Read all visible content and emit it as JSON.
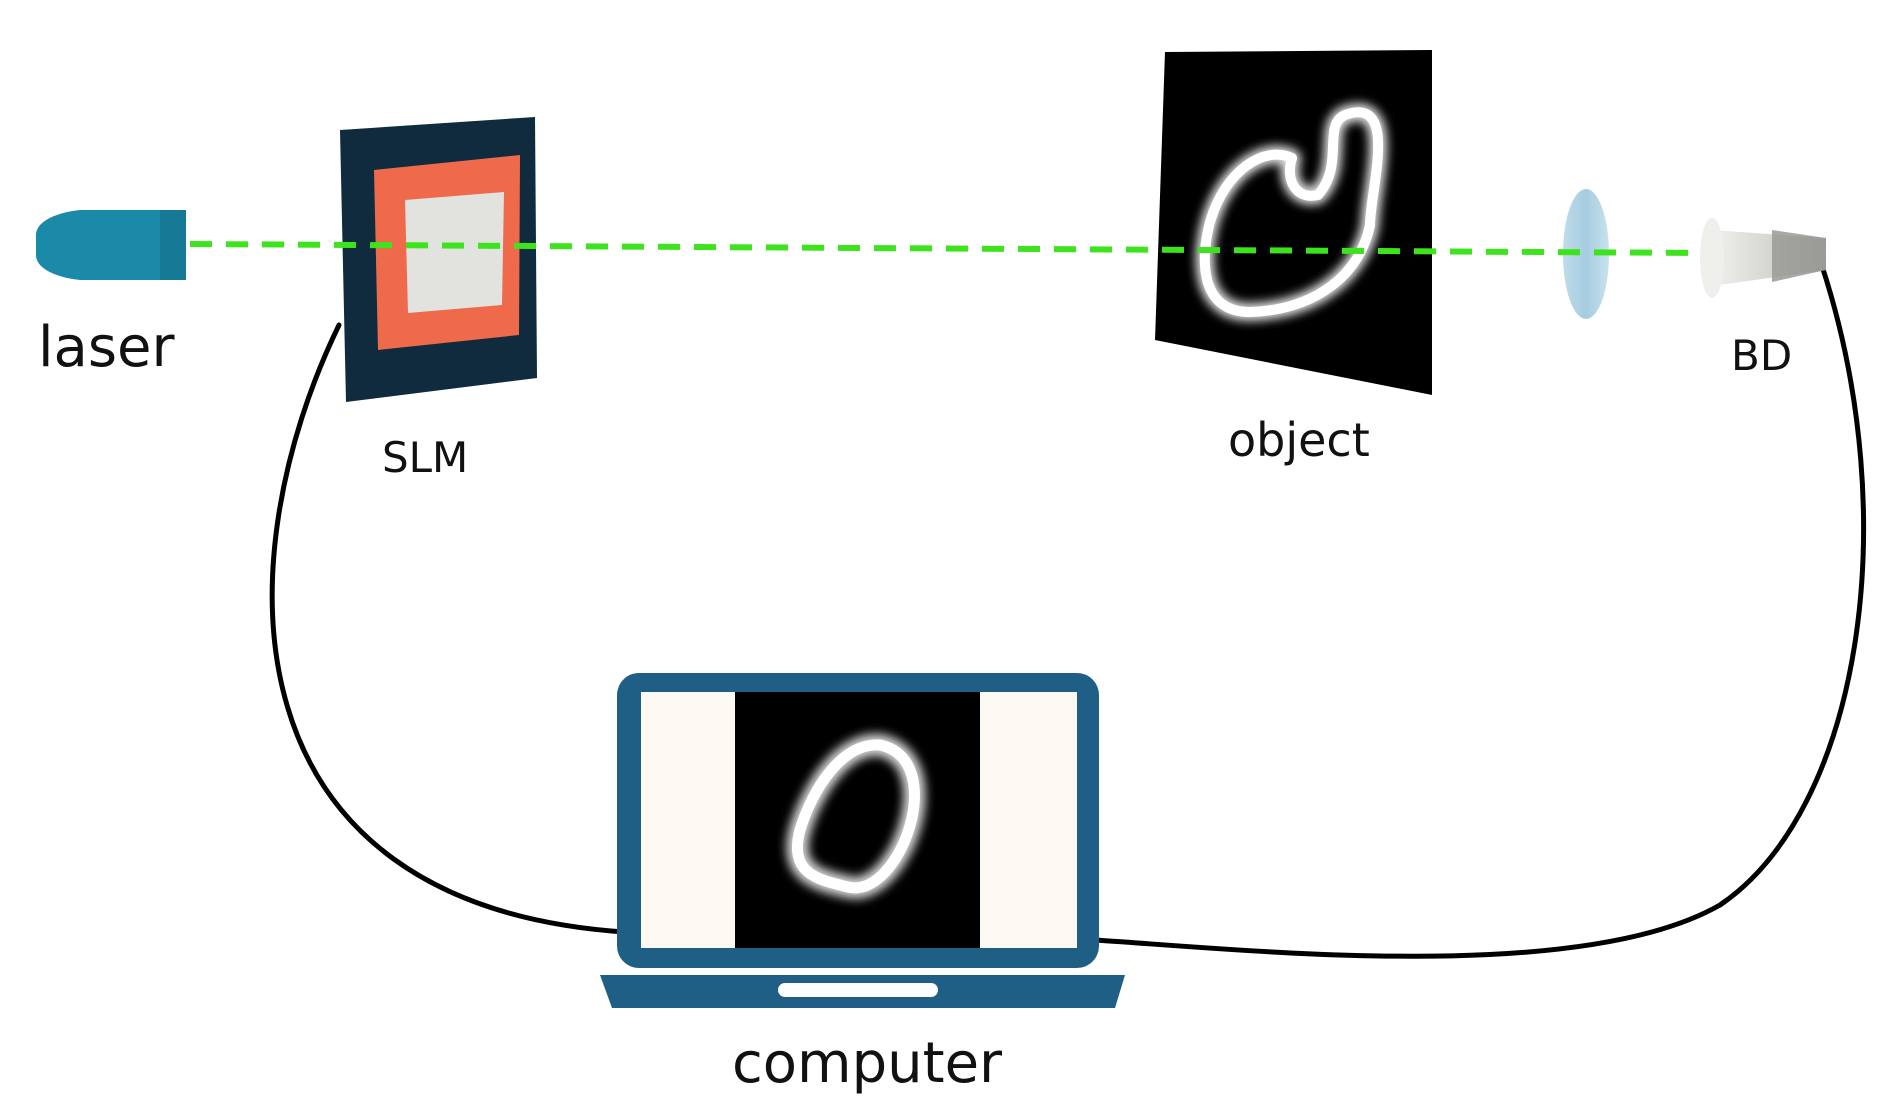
{
  "labels": {
    "laser": "laser",
    "slm": "SLM",
    "object": "object",
    "bd": "BD",
    "computer": "computer"
  },
  "colors": {
    "background": "#ffffff",
    "laser_body": "#1b8aa8",
    "beam": "#3de31c",
    "slm_frame": "#0f2b3d",
    "slm_border": "#ee6a4a",
    "slm_center": "#e2e2df",
    "object_panel": "#000000",
    "digit_stroke": "#ffffff",
    "lens": "#a9cde0",
    "detector": "#d9d9d6",
    "cable": "#000000",
    "laptop_frame": "#1f5f86",
    "laptop_screen_side": "#fcf8f2"
  },
  "icons": {
    "laser": "laser-emitter-icon",
    "slm": "spatial-light-modulator-icon",
    "object": "digit-zero-mask-icon",
    "lens": "lens-icon",
    "bd": "bucket-detector-icon",
    "computer": "laptop-icon"
  }
}
